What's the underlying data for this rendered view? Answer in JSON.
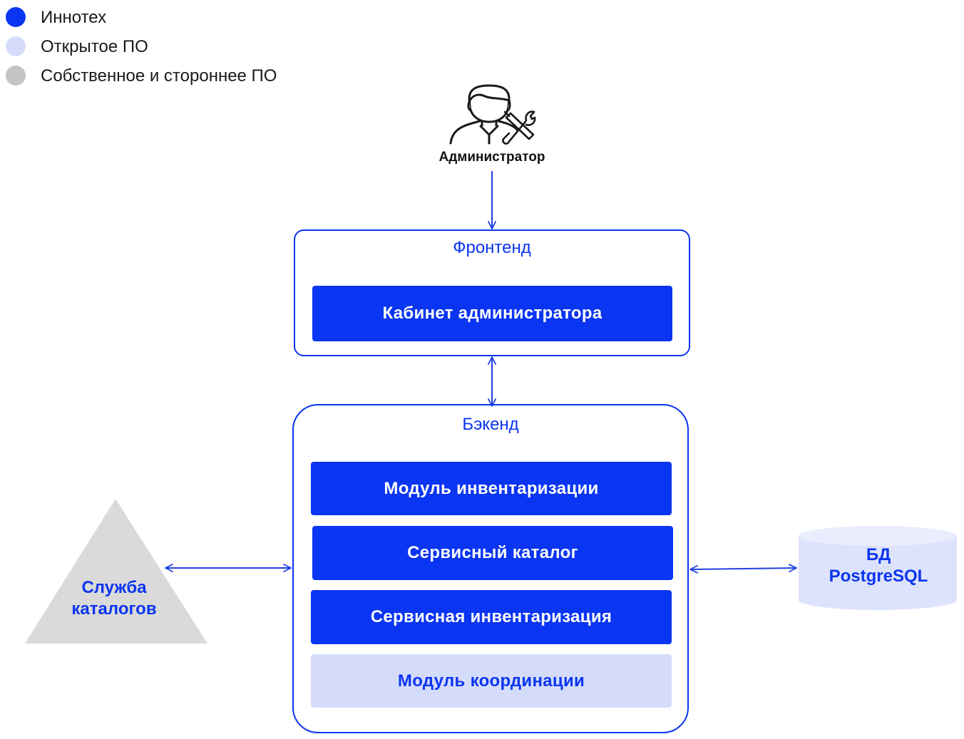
{
  "legend": [
    {
      "label": "Иннотех",
      "color": "#0a35f2"
    },
    {
      "label": "Открытое ПО",
      "color": "#d5dcfb"
    },
    {
      "label": "Собственное и стороннее ПО",
      "color": "#c4c4c4"
    }
  ],
  "actor": {
    "label": "Администратор",
    "icon": "admin-with-tools-icon"
  },
  "frontend": {
    "title": "Фронтенд",
    "modules": [
      {
        "label": "Кабинет администратора"
      }
    ]
  },
  "backend": {
    "title": "Бэкенд",
    "modules": [
      {
        "label": "Модуль инвентаризации"
      },
      {
        "label": "Сервисный каталог"
      },
      {
        "label": "Сервисная инвентаризация"
      },
      {
        "label": "Модуль координации"
      }
    ]
  },
  "external": {
    "catalog_service_line1": "Служба",
    "catalog_service_line2": "каталогов",
    "db_line1": "БД",
    "db_line2": "PostgreSQL"
  },
  "colors": {
    "innotech": "#0a35f2",
    "open_source": "#d5dcfb",
    "proprietary": "#c4c4c4",
    "arrow": "#1f3fe0"
  }
}
